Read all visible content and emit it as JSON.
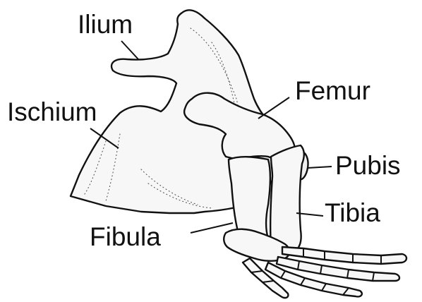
{
  "labels": {
    "ilium": "Ilium",
    "ischium": "Ischium",
    "femur": "Femur",
    "pubis": "Pubis",
    "tibia": "Tibia",
    "fibula": "Fibula"
  },
  "colors": {
    "line": "#111111",
    "bone_fill": "#f7f7f7",
    "background": "#ffffff"
  }
}
